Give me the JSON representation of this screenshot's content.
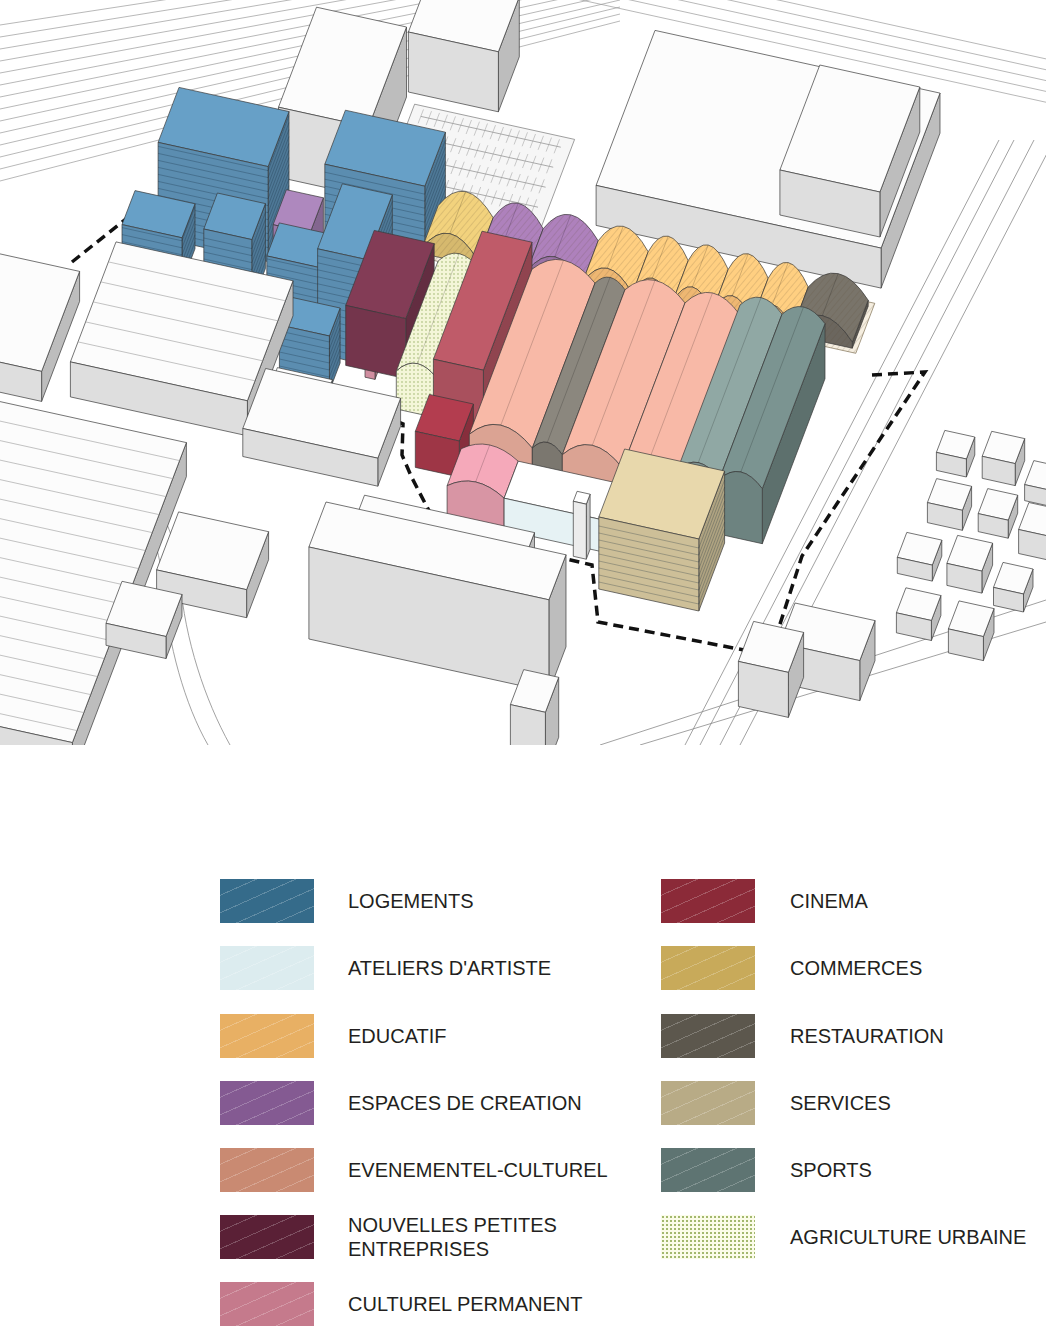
{
  "diagram": {
    "legend": [
      {
        "text": "LOGEMENTS",
        "color": "#356b8a"
      },
      {
        "text": "ATELIERS D'ARTISTE",
        "color": "#dcecef"
      },
      {
        "text": "EDUCATIF",
        "color": "#e8b064"
      },
      {
        "text": "ESPACES DE CREATION",
        "color": "#845a92"
      },
      {
        "text": "EVENEMENTEL-CULTUREL",
        "color": "#c98a72"
      },
      {
        "text": "NOUVELLES PETITES ENTREPRISES",
        "color": "#5a2036"
      },
      {
        "text": "CULTUREL PERMANENT",
        "color": "#c57a8c"
      },
      {
        "text": "CINEMA",
        "color": "#8b2a38"
      },
      {
        "text": "COMMERCES",
        "color": "#c8aa5a"
      },
      {
        "text": "RESTAURATION",
        "color": "#5c574d"
      },
      {
        "text": "SERVICES",
        "color": "#b8ab86"
      },
      {
        "text": "SPORTS",
        "color": "#5e7472"
      },
      {
        "text": "AGRICULTURE URBAINE"
      }
    ]
  }
}
